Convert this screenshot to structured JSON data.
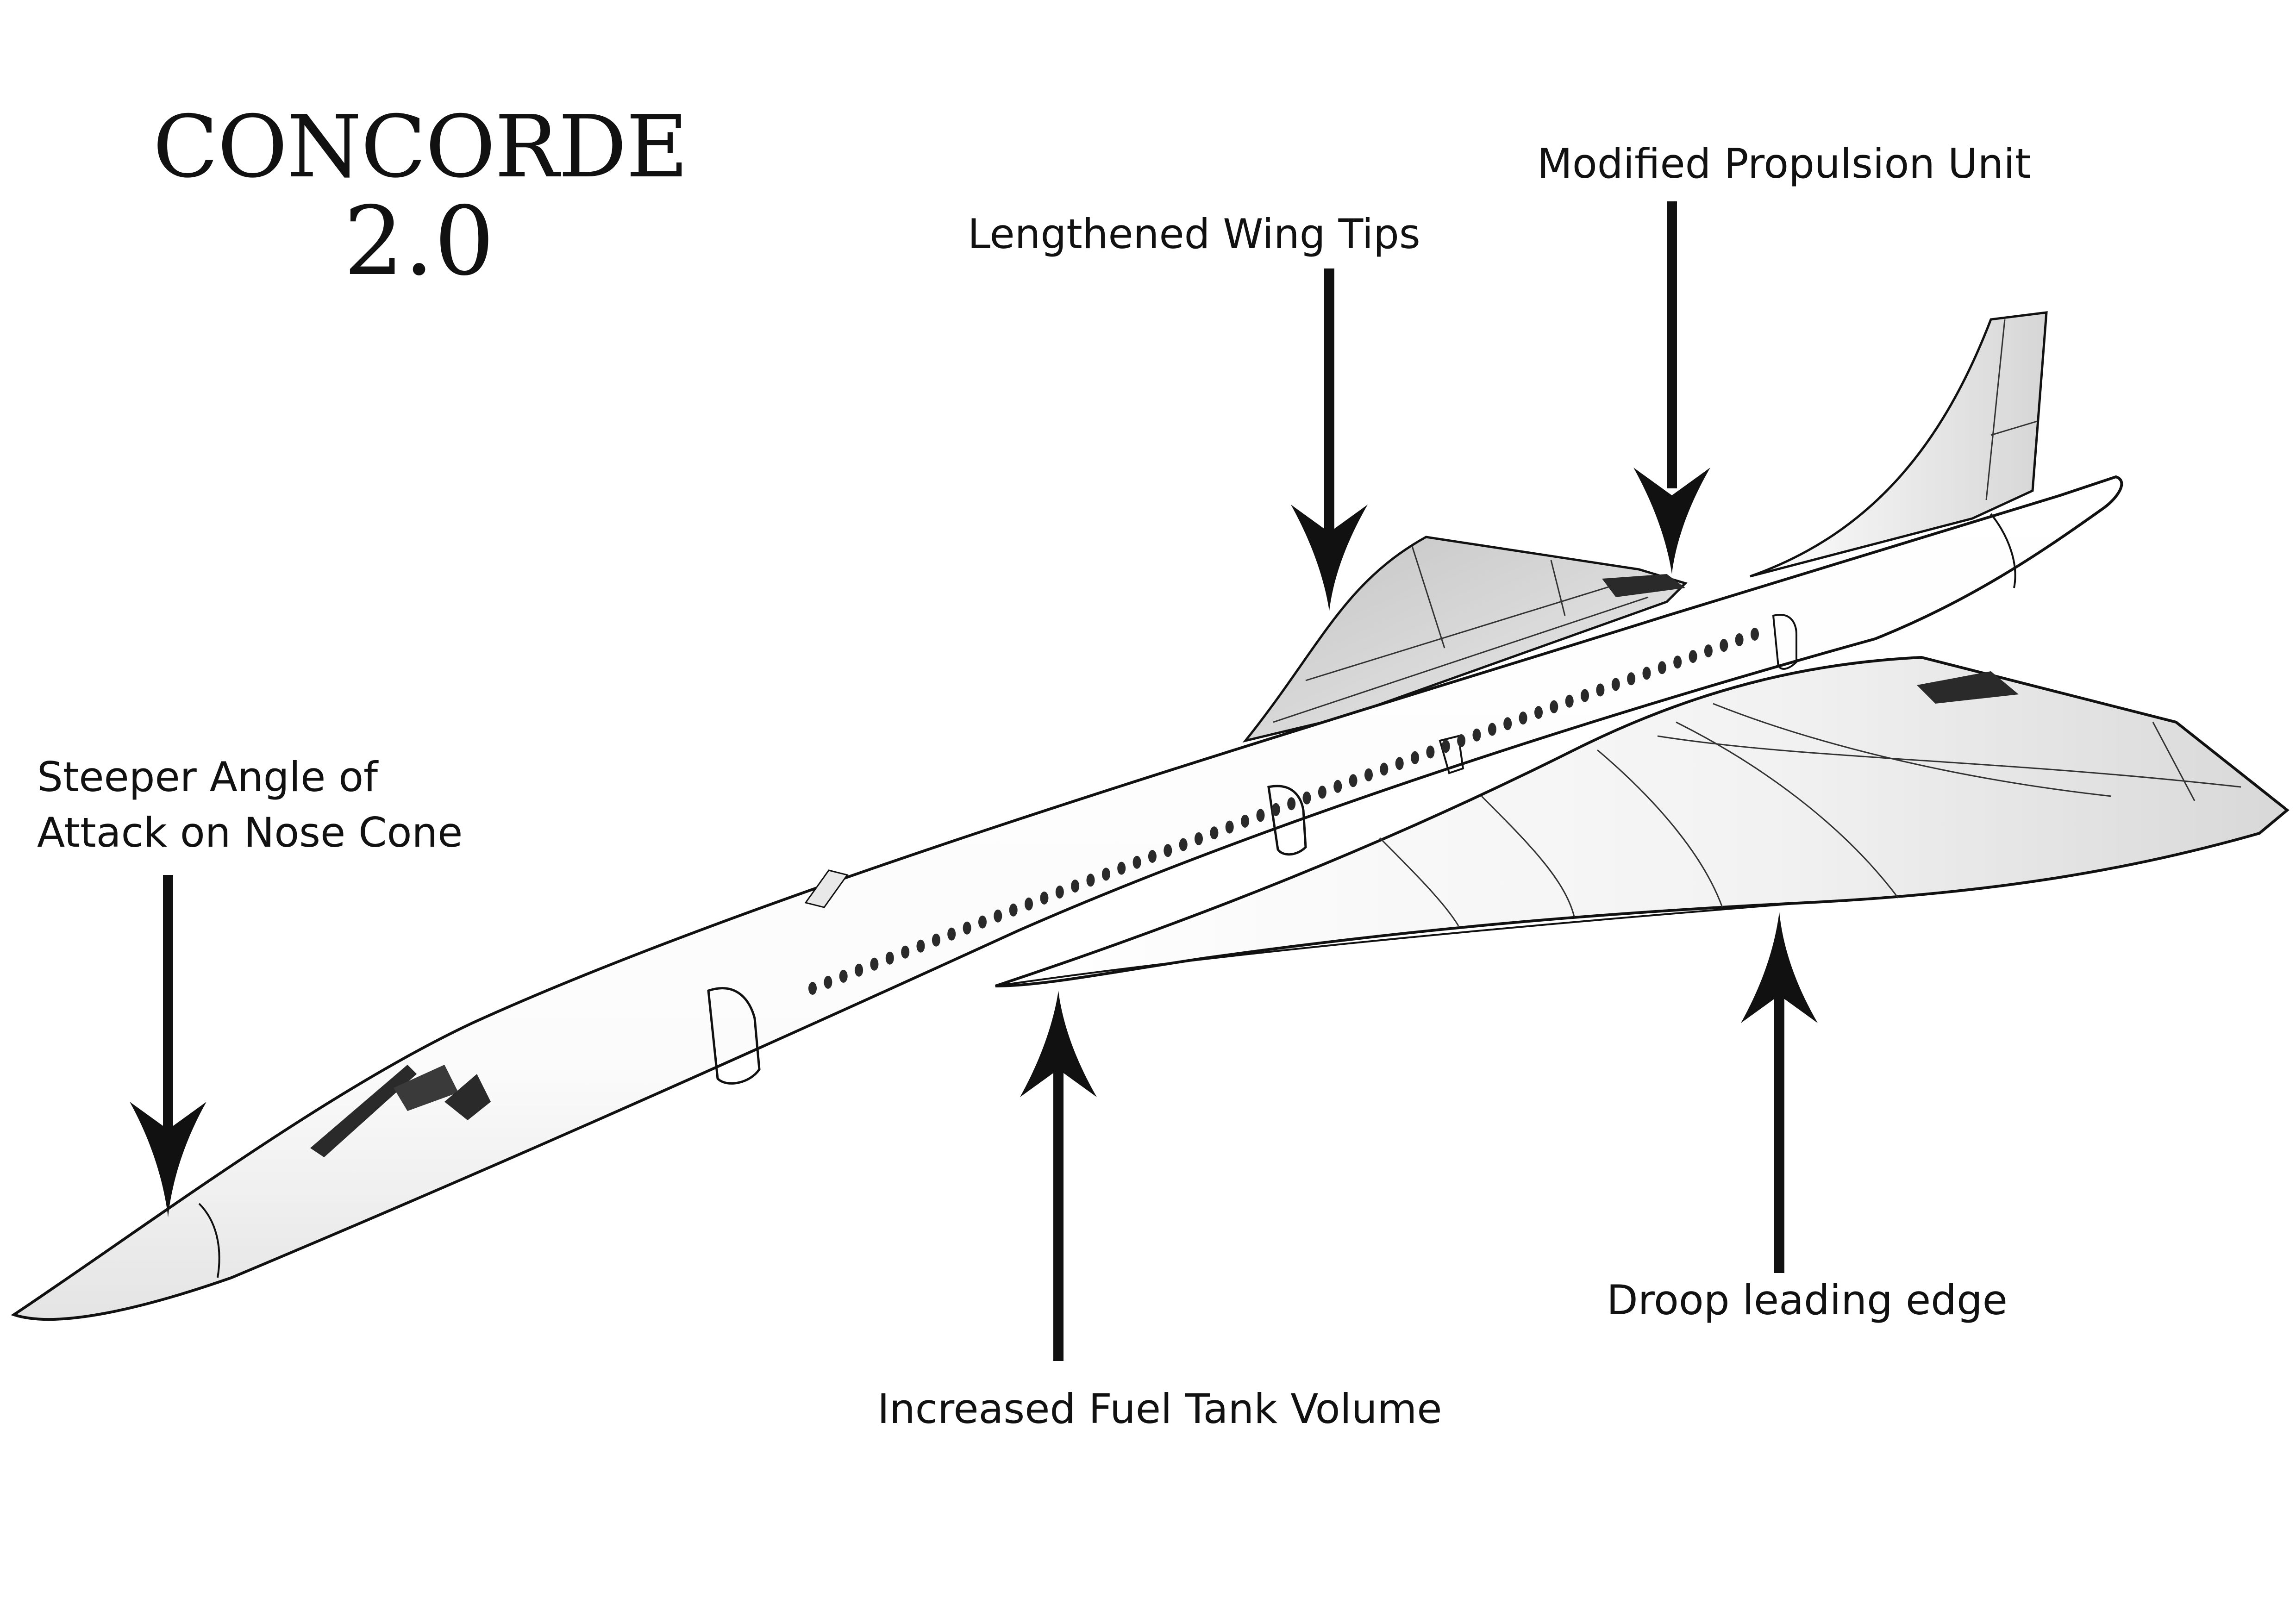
{
  "title": {
    "line1": "CONCORDE",
    "line2": "2.0"
  },
  "callouts": {
    "nose": {
      "line1": "Steeper Angle of",
      "line2": "Attack on Nose Cone"
    },
    "wingtips": "Lengthened Wing Tips",
    "propulsion": "Modified Propulsion Unit",
    "fuel": "Increased Fuel Tank Volume",
    "droop": "Droop leading edge"
  },
  "colors": {
    "ink": "#111111",
    "fuselage": "#ffffff",
    "wing_shade": "#d7d7d7",
    "dark_panel": "#2a2a2a"
  }
}
